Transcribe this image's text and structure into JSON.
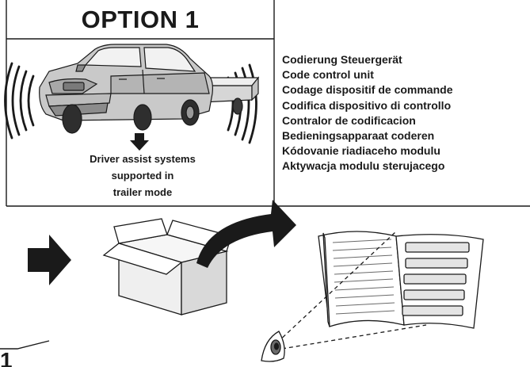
{
  "header": {
    "title": "OPTION 1"
  },
  "caption": {
    "lines": [
      "Driver assist systems",
      "supported in",
      "trailer mode"
    ]
  },
  "languages": [
    "Codierung Steuergerät",
    "Code control unit",
    "Codage dispositif de commande",
    "Codifica dispositivo di controllo",
    "Contralor de codificacion",
    "Bedieningsapparaat coderen",
    "Kódovanie riadiaceho modulu",
    "Aktywacja modulu sterujacego"
  ],
  "footer": {
    "page_number": "1"
  },
  "icons": {
    "vehicle": "suv-with-trailer-icon",
    "sensor_waves": "radar-waves-icon",
    "down_arrow": "down-arrow-icon",
    "right_arrow": "right-arrow-icon",
    "box": "open-box-icon",
    "curved_arrow": "curved-arrow-icon",
    "manual": "open-manual-icon",
    "eye": "eye-icon"
  }
}
